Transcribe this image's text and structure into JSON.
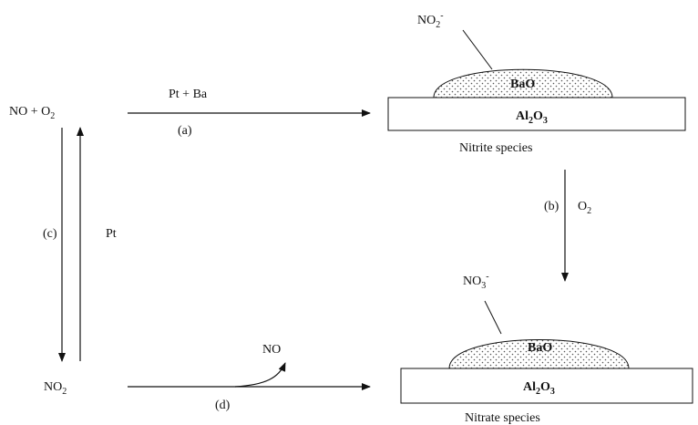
{
  "reactant": {
    "base": "NO + O",
    "sub": "2"
  },
  "nitrogen_dioxide": {
    "base": "NO",
    "sub": "2"
  },
  "arrow_a": {
    "reagent": "Pt + Ba",
    "step": "(a)"
  },
  "arrow_b": {
    "step": "(b)",
    "reagent_base": "O",
    "reagent_sub": "2"
  },
  "arrow_c": {
    "step": "(c)"
  },
  "catalyst_pt": "Pt",
  "arrow_d": {
    "step": "(d)",
    "released": "NO"
  },
  "nitrite_panel": {
    "ion_base": "NO",
    "ion_sub": "2",
    "ion_sup": "-",
    "oxide": "BaO",
    "support_base": "Al",
    "support_sub1": "2",
    "support_mid": "O",
    "support_sub2": "3",
    "caption": "Nitrite species"
  },
  "nitrate_panel": {
    "ion_base": "NO",
    "ion_sub": "3",
    "ion_sup": "-",
    "oxide": "BaO",
    "support_base": "Al",
    "support_sub1": "2",
    "support_mid": "O",
    "support_sub2": "3",
    "caption": "Nitrate species"
  },
  "colors": {
    "ink": "#111111",
    "background": "#ffffff"
  }
}
